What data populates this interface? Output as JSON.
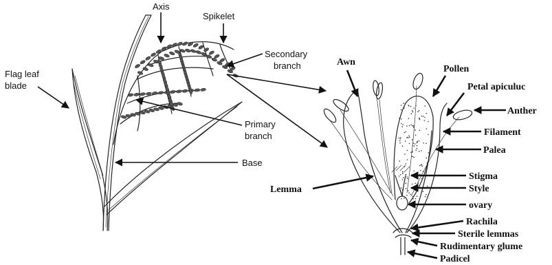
{
  "left_diagram": {
    "labels": {
      "axis": "Axis",
      "spikelet": "Spikelet",
      "secondary_branch_1": "Secondary",
      "secondary_branch_2": "branch",
      "flag_leaf_1": "Flag leaf",
      "flag_leaf_2": "blade",
      "primary_branch_1": "Primary",
      "primary_branch_2": "branch",
      "base": "Base"
    }
  },
  "right_diagram": {
    "labels": {
      "awn": "Awn",
      "pollen": "Pollen",
      "petal_apiculuc": "Petal apiculuc",
      "anther": "Anther",
      "filament": "Filament",
      "palea": "Palea",
      "stigma": "Stigma",
      "style": "Style",
      "lemma": "Lemma",
      "ovary": "ovary",
      "rachila": "Rachila",
      "sterile_lemmas": "Sterile lemmas",
      "rudimentary_glume": "Rudimentary glume",
      "padicel": "Padicel"
    }
  }
}
